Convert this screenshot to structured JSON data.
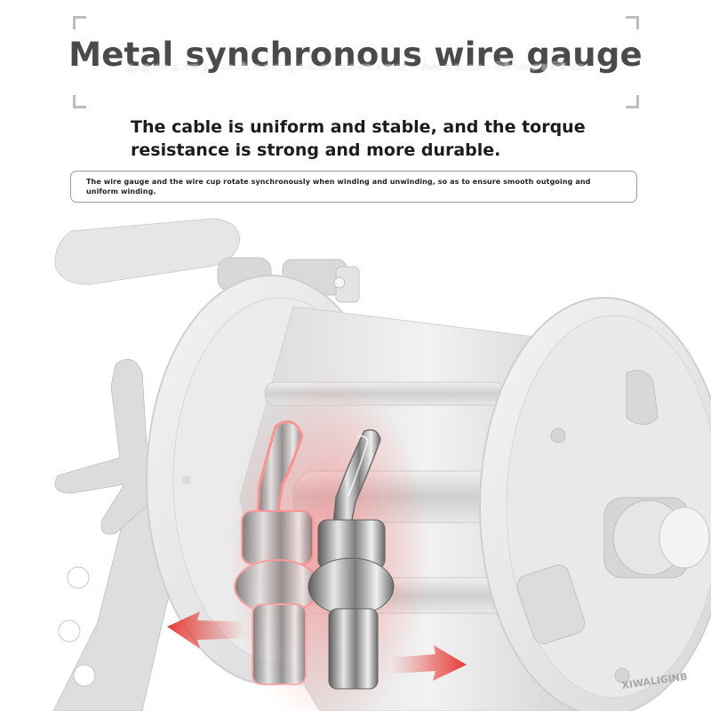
{
  "header": {
    "title": "Metal synchronous wire gauge",
    "subtitle": "The cable is uniform and stable, and the torque resistance is strong and more durable.",
    "description": "The wire gauge and the wire cup rotate synchronously when winding and unwinding, so as to ensure smooth outgoing and uniform winding."
  },
  "product": {
    "brand_mark": "XIWALIGINB"
  },
  "colors": {
    "title": "#4a4a4a",
    "accent_arrow": "#e53935",
    "highlight_glow": "#ff6b6b"
  },
  "icons": [
    "left-arrow-icon",
    "right-arrow-icon"
  ]
}
